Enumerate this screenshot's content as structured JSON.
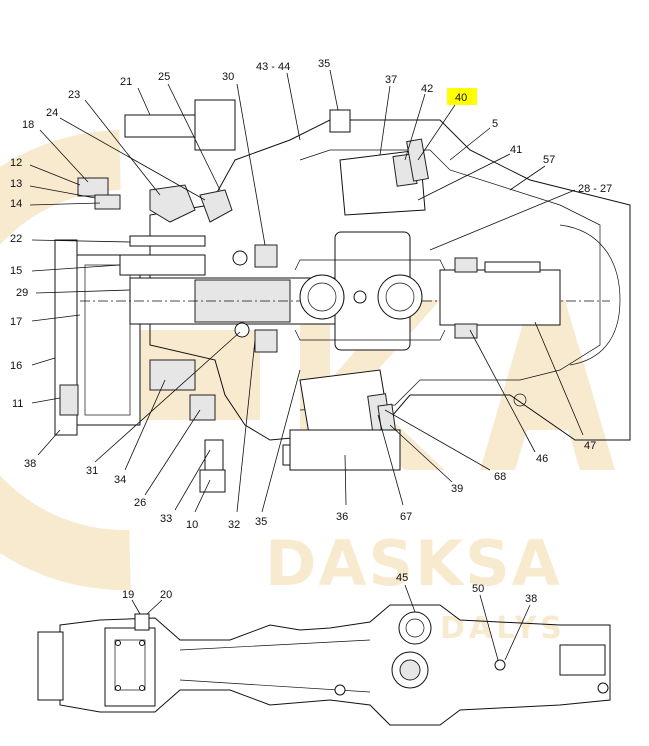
{
  "highlight_color": "#ffff00",
  "watermark_color": "#f3d9a8",
  "watermark": {
    "main_text": "DASKSA",
    "sub_text": "DALYS"
  },
  "callouts": [
    {
      "id": "21",
      "label": "21"
    },
    {
      "id": "25",
      "label": "25"
    },
    {
      "id": "30",
      "label": "30"
    },
    {
      "id": "43-44",
      "label": "43 - 44"
    },
    {
      "id": "35a",
      "label": "35"
    },
    {
      "id": "37",
      "label": "37"
    },
    {
      "id": "42",
      "label": "42"
    },
    {
      "id": "40",
      "label": "40",
      "highlighted": true
    },
    {
      "id": "23",
      "label": "23"
    },
    {
      "id": "24",
      "label": "24"
    },
    {
      "id": "18",
      "label": "18"
    },
    {
      "id": "5",
      "label": "5"
    },
    {
      "id": "41",
      "label": "41"
    },
    {
      "id": "57",
      "label": "57"
    },
    {
      "id": "12",
      "label": "12"
    },
    {
      "id": "13",
      "label": "13"
    },
    {
      "id": "14",
      "label": "14"
    },
    {
      "id": "28-27",
      "label": "28 - 27"
    },
    {
      "id": "22",
      "label": "22"
    },
    {
      "id": "15",
      "label": "15"
    },
    {
      "id": "29",
      "label": "29"
    },
    {
      "id": "17",
      "label": "17"
    },
    {
      "id": "16",
      "label": "16"
    },
    {
      "id": "11",
      "label": "11"
    },
    {
      "id": "38a",
      "label": "38"
    },
    {
      "id": "31",
      "label": "31"
    },
    {
      "id": "34",
      "label": "34"
    },
    {
      "id": "26",
      "label": "26"
    },
    {
      "id": "33",
      "label": "33"
    },
    {
      "id": "10",
      "label": "10"
    },
    {
      "id": "32",
      "label": "32"
    },
    {
      "id": "35b",
      "label": "35"
    },
    {
      "id": "36",
      "label": "36"
    },
    {
      "id": "67",
      "label": "67"
    },
    {
      "id": "39",
      "label": "39"
    },
    {
      "id": "68",
      "label": "68"
    },
    {
      "id": "46",
      "label": "46"
    },
    {
      "id": "47",
      "label": "47"
    },
    {
      "id": "45",
      "label": "45"
    },
    {
      "id": "19",
      "label": "19"
    },
    {
      "id": "20",
      "label": "20"
    },
    {
      "id": "50",
      "label": "50"
    },
    {
      "id": "38b",
      "label": "38"
    }
  ]
}
